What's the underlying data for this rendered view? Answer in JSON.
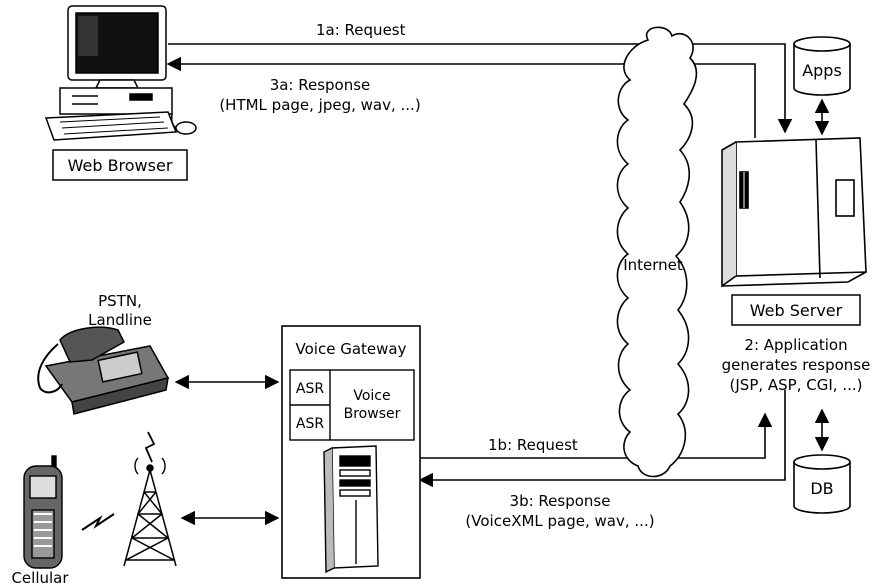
{
  "nodes": {
    "web_browser": {
      "label": "Web Browser"
    },
    "web_server": {
      "label": "Web Server"
    },
    "apps": {
      "label": "Apps"
    },
    "db": {
      "label": "DB"
    },
    "internet": {
      "label": "Internet"
    },
    "pstn": {
      "label_line1": "PSTN,",
      "label_line2": "Landline"
    },
    "cellular": {
      "label": "Cellular"
    },
    "voice_gateway": {
      "title": "Voice Gateway",
      "asr_top": "ASR",
      "asr_bottom": "ASR",
      "voice_browser_line1": "Voice",
      "voice_browser_line2": "Browser"
    }
  },
  "flows": {
    "req_1a": "1a: Request",
    "resp_3a_line1": "3a: Response",
    "resp_3a_line2": "(HTML page, jpeg, wav, ...)",
    "req_1b": "1b: Request",
    "resp_3b_line1": "3b: Response",
    "resp_3b_line2": "(VoiceXML page, wav, ...)",
    "app_line1": "2: Application",
    "app_line2": "generates response",
    "app_line3": "(JSP, ASP, CGI, ...)"
  }
}
